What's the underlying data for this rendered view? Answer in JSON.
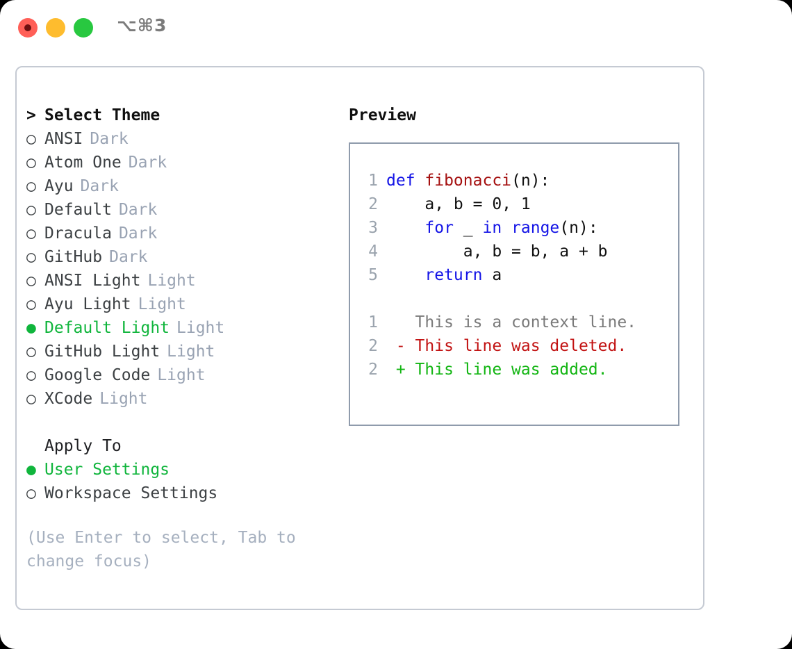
{
  "titlebar": {
    "shortcut": "⌥⌘3",
    "buttons": {
      "close": "close",
      "minimize": "minimize",
      "maximize": "maximize"
    }
  },
  "theme_picker": {
    "header_marker": ">",
    "header_label": "Select Theme",
    "selected_marker": "●",
    "unselected_marker": "○",
    "items": [
      {
        "marker": "○",
        "name": "ANSI",
        "tag": "Dark",
        "selected": false
      },
      {
        "marker": "○",
        "name": "Atom One",
        "tag": "Dark",
        "selected": false
      },
      {
        "marker": "○",
        "name": "Ayu",
        "tag": "Dark",
        "selected": false
      },
      {
        "marker": "○",
        "name": "Default",
        "tag": "Dark",
        "selected": false
      },
      {
        "marker": "○",
        "name": "Dracula",
        "tag": "Dark",
        "selected": false
      },
      {
        "marker": "○",
        "name": "GitHub",
        "tag": "Dark",
        "selected": false
      },
      {
        "marker": "○",
        "name": "ANSI Light",
        "tag": "Light",
        "selected": false
      },
      {
        "marker": "○",
        "name": "Ayu Light",
        "tag": "Light",
        "selected": false
      },
      {
        "marker": "●",
        "name": "Default Light",
        "tag": "Light",
        "selected": true
      },
      {
        "marker": "○",
        "name": "GitHub Light",
        "tag": "Light",
        "selected": false
      },
      {
        "marker": "○",
        "name": "Google Code",
        "tag": "Light",
        "selected": false
      },
      {
        "marker": "○",
        "name": "XCode",
        "tag": "Light",
        "selected": false
      }
    ]
  },
  "apply_to": {
    "label": "Apply To",
    "items": [
      {
        "marker": "●",
        "name": "User Settings",
        "selected": true
      },
      {
        "marker": "○",
        "name": "Workspace Settings",
        "selected": false
      }
    ]
  },
  "hint": "(Use Enter to select, Tab to change focus)",
  "preview": {
    "title": "Preview",
    "code_lines": [
      {
        "num": "1",
        "tokens": [
          {
            "t": "def ",
            "c": "kw"
          },
          {
            "t": "fibonacci",
            "c": "fn"
          },
          {
            "t": "(n):",
            "c": "pl"
          }
        ]
      },
      {
        "num": "2",
        "tokens": [
          {
            "t": "    a, b = 0, 1",
            "c": "pl"
          }
        ]
      },
      {
        "num": "3",
        "tokens": [
          {
            "t": "    ",
            "c": "pl"
          },
          {
            "t": "for",
            "c": "kw"
          },
          {
            "t": " _ ",
            "c": "pl"
          },
          {
            "t": "in",
            "c": "kw"
          },
          {
            "t": " ",
            "c": "pl"
          },
          {
            "t": "range",
            "c": "kw"
          },
          {
            "t": "(n):",
            "c": "pl"
          }
        ]
      },
      {
        "num": "4",
        "tokens": [
          {
            "t": "        a, b = b, a + b",
            "c": "pl"
          }
        ]
      },
      {
        "num": "5",
        "tokens": [
          {
            "t": "    ",
            "c": "pl"
          },
          {
            "t": "return",
            "c": "kw"
          },
          {
            "t": " a",
            "c": "pl"
          }
        ]
      }
    ],
    "diff_lines": [
      {
        "num": "1",
        "sign": " ",
        "text": "This is a context line.",
        "kind": "ctx"
      },
      {
        "num": "2",
        "sign": "-",
        "text": "This line was deleted.",
        "kind": "del"
      },
      {
        "num": "2",
        "sign": "+",
        "text": "This line was added.",
        "kind": "add"
      }
    ]
  },
  "colors": {
    "accent_green": "#10b53c",
    "tag_gray": "#99a3b3",
    "hint_gray": "#a6b0bf",
    "keyword_blue": "#1414e6",
    "function_red": "#a51010",
    "diff_delete": "#c21313",
    "diff_add": "#12b512",
    "panel_border": "#8f9bac",
    "card_border": "#c5cad3",
    "traffic_close": "#ff5f57",
    "traffic_minimize": "#febc2e",
    "traffic_maximize": "#28c840"
  }
}
